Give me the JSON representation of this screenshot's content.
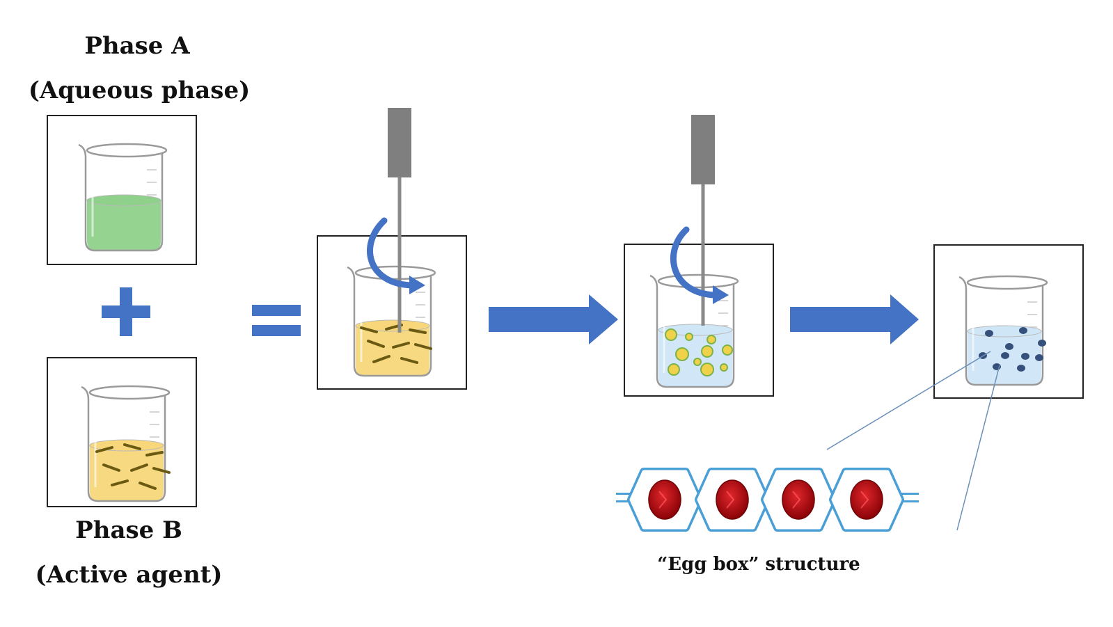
{
  "labels": {
    "phase_a_title": "Phase A",
    "phase_a_subtitle": "(Aqueous phase)",
    "phase_b_title": "Phase B",
    "phase_b_subtitle": "(Active agent)",
    "egg_box_caption": "“Egg box” structure"
  },
  "colors": {
    "arrow_blue": "#4472C4",
    "aqueous_green": "#8fd18a",
    "active_yellow": "#f7d77a",
    "particle_dark": "#6b5a12",
    "blue_liquid": "#cfe6f7",
    "bead_navy": "#35507a",
    "mixer_gray": "#7f7f7f",
    "egg_red": "#b8090f",
    "egg_outline": "#4a9fd6"
  }
}
